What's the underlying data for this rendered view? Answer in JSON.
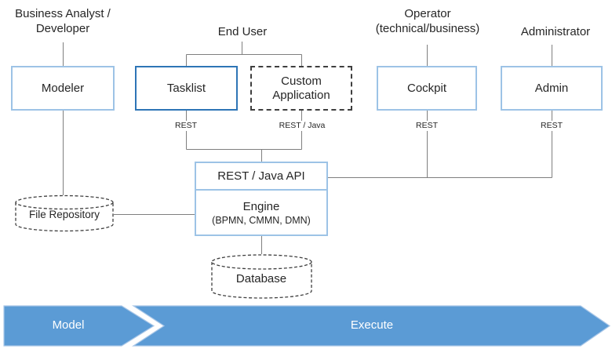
{
  "diagram": {
    "personas": [
      {
        "label": "Business Analyst / Developer"
      },
      {
        "label": "End User"
      },
      {
        "label": "Operator (technical/business)"
      },
      {
        "label": "Administrator"
      }
    ],
    "applications": [
      {
        "label": "Modeler"
      },
      {
        "label": "Tasklist"
      },
      {
        "label": "Custom Application"
      },
      {
        "label": "Cockpit"
      },
      {
        "label": "Admin"
      }
    ],
    "protocols": [
      "REST",
      "REST / Java",
      "REST",
      "REST"
    ],
    "platform": {
      "api_label": "REST / Java API",
      "engine_label": "Engine",
      "engine_sublabel": "(BPMN, CMMN, DMN)"
    },
    "datastores": [
      {
        "label": "File Repository"
      },
      {
        "label": "Database"
      }
    ],
    "phases": [
      {
        "label": "Model"
      },
      {
        "label": "Execute"
      }
    ],
    "colors": {
      "phase_arrow_fill": "#5B9BD5",
      "phase_arrow_outline": "#A9C7E8",
      "box_border_light": "#9DC3E6",
      "box_border_dark": "#2E75B6",
      "dashed_outline": "#3f3f3f",
      "connector": "#7f7f7f",
      "text": "#262626",
      "phase_text": "#ffffff"
    }
  }
}
